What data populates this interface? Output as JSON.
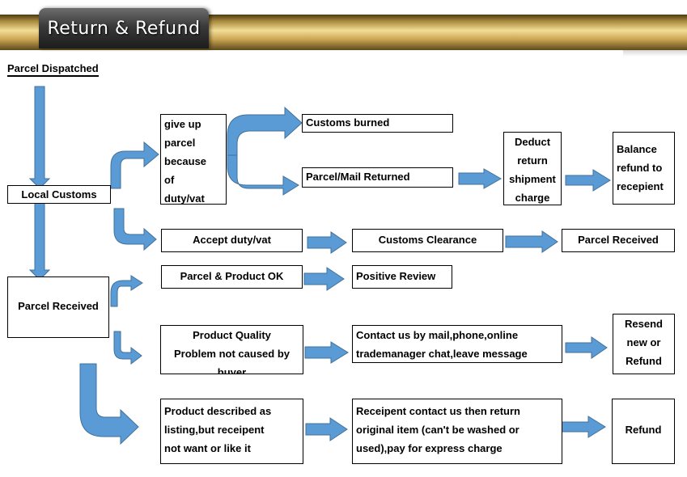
{
  "header": {
    "title": "Return & Refund"
  },
  "nodes": {
    "parcel_dispatched": "Parcel Dispatched",
    "local_customs": "Local Customs",
    "give_up": [
      "give up",
      "parcel",
      "because",
      "of",
      "duty/vat"
    ],
    "customs_burned": "Customs burned",
    "parcel_mail_returned": "Parcel/Mail Returned",
    "deduct": [
      "Deduct",
      "return",
      "shipment",
      "charge"
    ],
    "balance": [
      "Balance",
      "refund to",
      "recepient"
    ],
    "accept_duty": "Accept duty/vat",
    "customs_clearance": "Customs Clearance",
    "parcel_received_top": "Parcel Received",
    "parcel_received_left": "Parcel Received",
    "parcel_product_ok": "Parcel & Product OK",
    "positive_review": "Positive Review",
    "product_quality": [
      "Product Quality",
      "Problem not caused by",
      "buyer"
    ],
    "contact_us": [
      "Contact us by mail,phone,online",
      "trademanager chat,leave message"
    ],
    "resend": [
      "Resend",
      "new or",
      "Refund"
    ],
    "product_described": [
      "Product described as",
      "listing,but receipent",
      "not want or like it"
    ],
    "receipent_contact": [
      "Receipent contact us then return",
      "original item (can't be washed or",
      "used),pay for express charge"
    ],
    "refund": "Refund"
  },
  "colors": {
    "arrow": "#5b9bd5",
    "arrow_outline": "#41719c",
    "banner_gold": "#e6cf86",
    "banner_tab": "#3a3a3a"
  }
}
